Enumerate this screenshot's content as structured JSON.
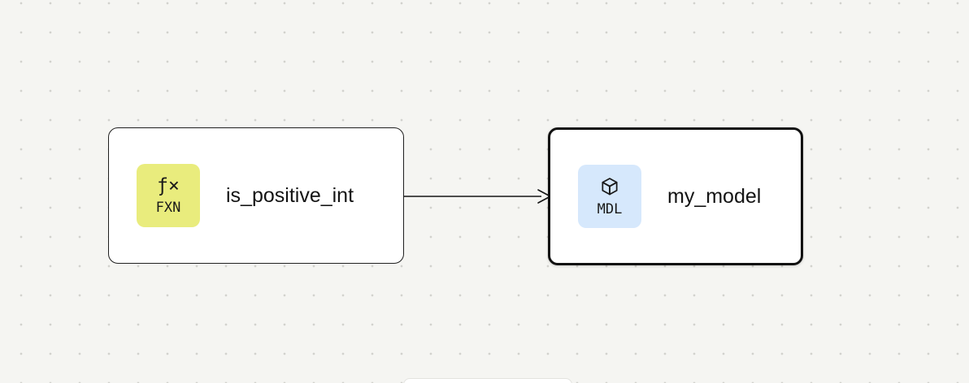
{
  "canvas": {
    "background_color": "#f5f5f2",
    "dot_color": "#d2d2cd"
  },
  "nodes": [
    {
      "id": "is_positive_int",
      "label": "is_positive_int",
      "type_badge": "FXN",
      "icon": "function-icon",
      "icon_glyph": "ƒ×",
      "badge_color": "#e9ec7d",
      "selected": false
    },
    {
      "id": "my_model",
      "label": "my_model",
      "type_badge": "MDL",
      "icon": "cube-icon",
      "badge_color": "#d6e8fc",
      "selected": true
    }
  ],
  "edges": [
    {
      "from": "is_positive_int",
      "to": "my_model"
    }
  ],
  "edge_color": "#141414"
}
